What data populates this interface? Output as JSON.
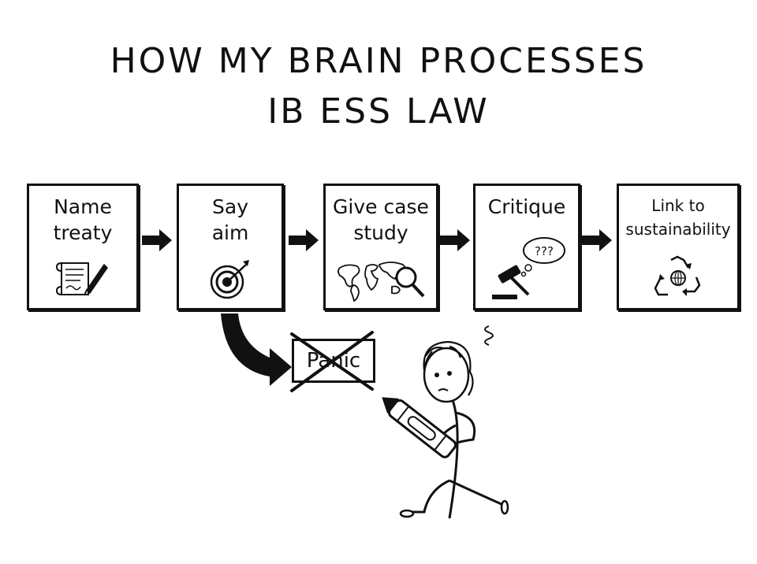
{
  "title": {
    "line1": "HOW MY BRAIN PROCESSES",
    "line2": "IB ESS LAW"
  },
  "steps": [
    {
      "line1": "Name",
      "line2": "treaty",
      "icon": "scroll-quill-icon"
    },
    {
      "line1": "Say",
      "line2": "aim",
      "icon": "target-icon"
    },
    {
      "line1": "Give case",
      "line2": "study",
      "icon": "world-map-icon"
    },
    {
      "line1": "Critique",
      "line2": "",
      "icon": "gavel-icon",
      "bubble": "???"
    },
    {
      "line1": "Link to",
      "line2": "sustainability",
      "icon": "recycle-icon"
    }
  ],
  "detour": {
    "label": "Panic",
    "icon": "crayon-icon"
  },
  "colors": {
    "ink": "#111111",
    "background": "#ffffff"
  }
}
